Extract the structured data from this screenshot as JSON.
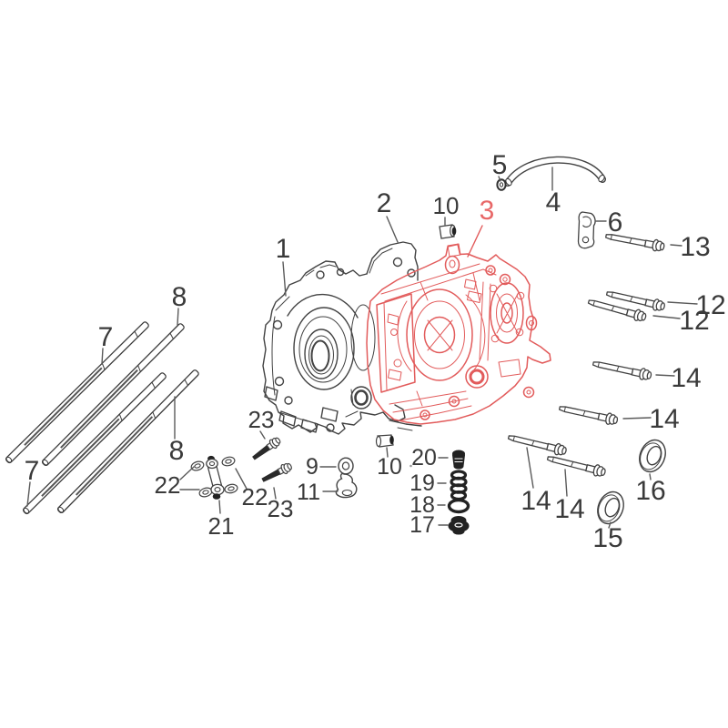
{
  "diagram": {
    "kind": "exploded-parts-diagram",
    "highlighted_part": "3",
    "colors": {
      "highlight_line": "#e25b5b",
      "highlight_label": "#e86868",
      "ink": "#424242",
      "label_ink": "#3a3a3a",
      "background": "#ffffff"
    }
  },
  "callouts": {
    "c1": "1",
    "c2": "2",
    "c3": "3",
    "c4": "4",
    "c5": "5",
    "c6": "6",
    "c7a": "7",
    "c7b": "7",
    "c8a": "8",
    "c8b": "8",
    "c9": "9",
    "c10a": "10",
    "c10b": "10",
    "c11": "11",
    "c12a": "12",
    "c12b": "12",
    "c13": "13",
    "c14a": "14",
    "c14b": "14",
    "c14c": "14",
    "c14d": "14",
    "c15": "15",
    "c16": "16",
    "c17": "17",
    "c18": "18",
    "c19": "19",
    "c20": "20",
    "c21": "21",
    "c22a": "22",
    "c22b": "22",
    "c23a": "23",
    "c23b": "23"
  }
}
